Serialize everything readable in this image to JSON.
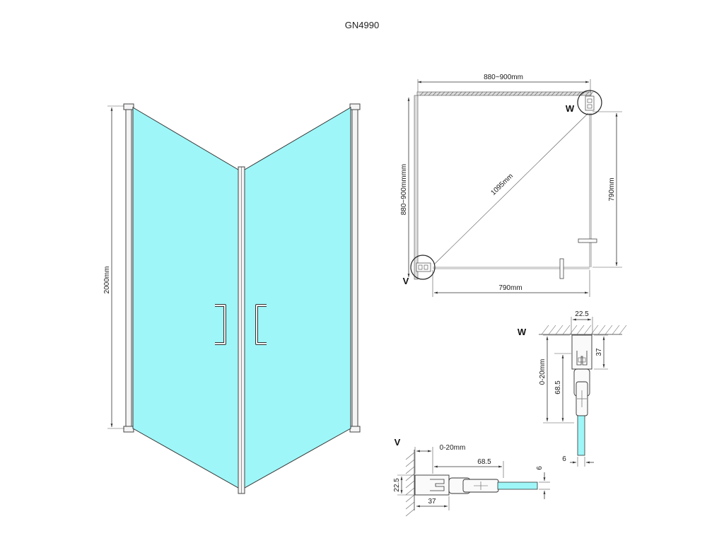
{
  "title": "GN4990",
  "colors": {
    "glass": "#9ef6f8",
    "line": "#333333",
    "frame": "#444444"
  },
  "elevation": {
    "height_label": "2000mm"
  },
  "plan": {
    "width_top_label": "880~900mm",
    "depth_left_label": "880~900mmmm",
    "diagonal_label": "1095mm",
    "right_opening_label": "790mm",
    "bottom_opening_label": "790mm",
    "marker_w": "W",
    "marker_v": "V"
  },
  "detail_w": {
    "marker": "W",
    "width_label": "22.5",
    "depth_label": "37",
    "adjust_label": "0-20mm",
    "profile_label": "68.5",
    "glass_label": "6"
  },
  "detail_v": {
    "marker": "V",
    "adjust_label": "0-20mm",
    "profile_label": "68.5",
    "glass_label": "6",
    "width_label": "22.5",
    "depth_label": "37"
  }
}
